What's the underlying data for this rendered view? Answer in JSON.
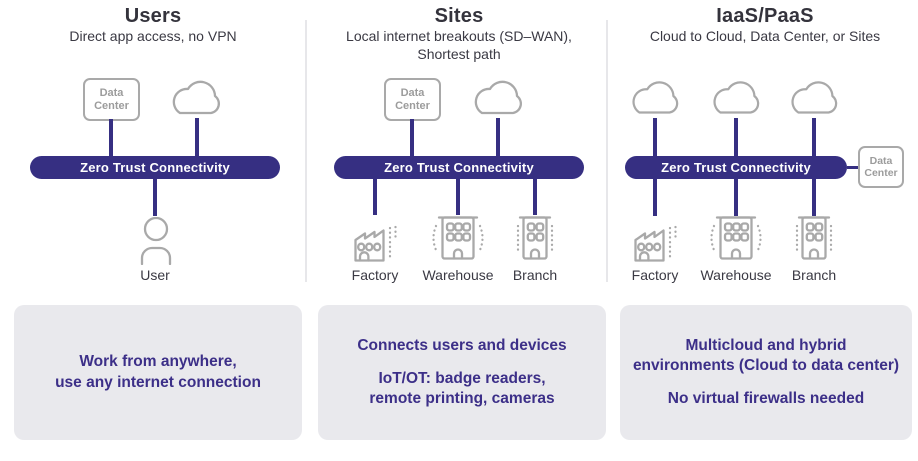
{
  "colors": {
    "connectivity_bar": "#362f82",
    "note_text": "#3c2f88",
    "heading_text": "#34333c",
    "icon_gray": "#a9a9a9",
    "note_background": "#e9e9ed"
  },
  "columns": [
    {
      "title": "Users",
      "subtitle": "Direct app access, no VPN",
      "bar_label": "Zero Trust Connectivity",
      "datacenter_label": "Data\nCenter",
      "node_labels": {
        "user": "User"
      },
      "notes": [
        "Work from anywhere,\nuse any internet connection"
      ]
    },
    {
      "title": "Sites",
      "subtitle": "Local internet breakouts (SD–WAN),\nShortest path",
      "bar_label": "Zero Trust Connectivity",
      "datacenter_label": "Data\nCenter",
      "node_labels": {
        "factory": "Factory",
        "warehouse": "Warehouse",
        "branch": "Branch"
      },
      "notes": [
        "Connects users and devices",
        "IoT/OT: badge readers,\nremote printing, cameras"
      ]
    },
    {
      "title": "IaaS/PaaS",
      "subtitle": "Cloud to Cloud, Data Center, or Sites",
      "bar_label": "Zero Trust Connectivity",
      "datacenter_label": "Data\nCenter",
      "node_labels": {
        "factory": "Factory",
        "warehouse": "Warehouse",
        "branch": "Branch"
      },
      "notes": [
        "Multicloud and hybrid\nenvironments (Cloud to data center)",
        "No virtual firewalls needed"
      ]
    }
  ]
}
